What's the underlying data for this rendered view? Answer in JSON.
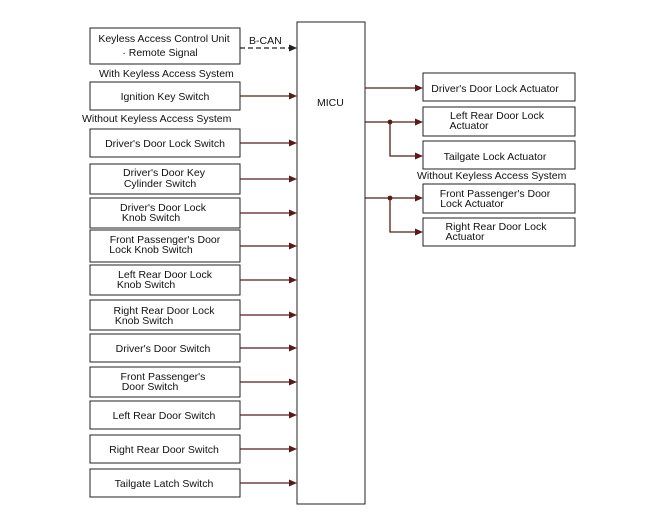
{
  "hub": {
    "label": "MICU"
  },
  "inputs": [
    {
      "lines": [
        "Keyless Access Control Unit",
        "· Remote Signal"
      ],
      "link": "B-CAN"
    },
    {
      "lines": [
        "Ignition Key Switch"
      ]
    },
    {
      "lines": [
        "Driver's Door Lock Switch"
      ]
    },
    {
      "lines": [
        "Driver's Door Key",
        "Cylinder Switch"
      ]
    },
    {
      "lines": [
        "Driver's Door Lock",
        "Knob Switch"
      ]
    },
    {
      "lines": [
        "Front Passenger's Door",
        "Lock Knob Switch"
      ]
    },
    {
      "lines": [
        "Left Rear Door Lock",
        "Knob Switch"
      ]
    },
    {
      "lines": [
        "Right Rear Door Lock",
        "Knob Switch"
      ]
    },
    {
      "lines": [
        "Driver's Door Switch"
      ]
    },
    {
      "lines": [
        "Front Passenger's",
        "Door Switch"
      ]
    },
    {
      "lines": [
        "Left Rear Door Switch"
      ]
    },
    {
      "lines": [
        "Right Rear Door Switch"
      ]
    },
    {
      "lines": [
        "Tailgate Latch Switch"
      ]
    }
  ],
  "outputs": [
    {
      "lines": [
        "Driver's Door Lock Actuator"
      ]
    },
    {
      "lines": [
        "Left Rear Door Lock",
        "Actuator"
      ]
    },
    {
      "lines": [
        "Tailgate Lock Actuator"
      ]
    },
    {
      "lines": [
        "Front Passenger's Door",
        "Lock Actuator"
      ]
    },
    {
      "lines": [
        "Right Rear Door Lock",
        "Actuator"
      ]
    }
  ],
  "notes": {
    "with_keyless": "With Keyless Access System",
    "without_keyless_left": "Without Keyless Access System",
    "without_keyless_right": "Without Keyless Access System"
  }
}
